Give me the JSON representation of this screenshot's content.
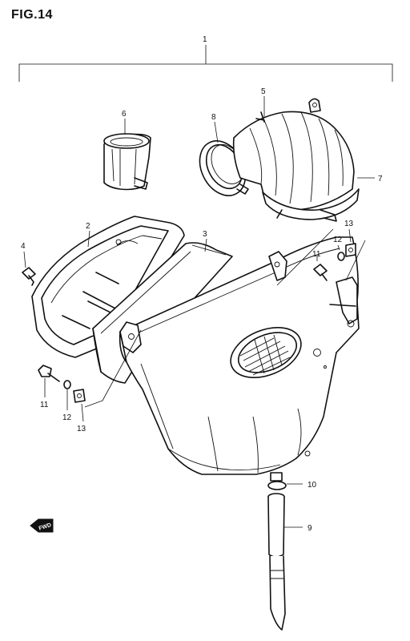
{
  "figure": {
    "title": "FIG.14"
  },
  "callouts": [
    {
      "id": "c1",
      "label": "1"
    },
    {
      "id": "c2",
      "label": "2"
    },
    {
      "id": "c3",
      "label": "3"
    },
    {
      "id": "c4",
      "label": "4"
    },
    {
      "id": "c5",
      "label": "5"
    },
    {
      "id": "c6",
      "label": "6"
    },
    {
      "id": "c7",
      "label": "7"
    },
    {
      "id": "c8",
      "label": "8"
    },
    {
      "id": "c9",
      "label": "9"
    },
    {
      "id": "c10",
      "label": "10"
    },
    {
      "id": "c11a",
      "label": "11"
    },
    {
      "id": "c11b",
      "label": "11"
    },
    {
      "id": "c12a",
      "label": "12"
    },
    {
      "id": "c12b",
      "label": "12"
    },
    {
      "id": "c13a",
      "label": "13"
    },
    {
      "id": "c13b",
      "label": "13"
    }
  ],
  "direction_badge": {
    "label": "FWD"
  }
}
